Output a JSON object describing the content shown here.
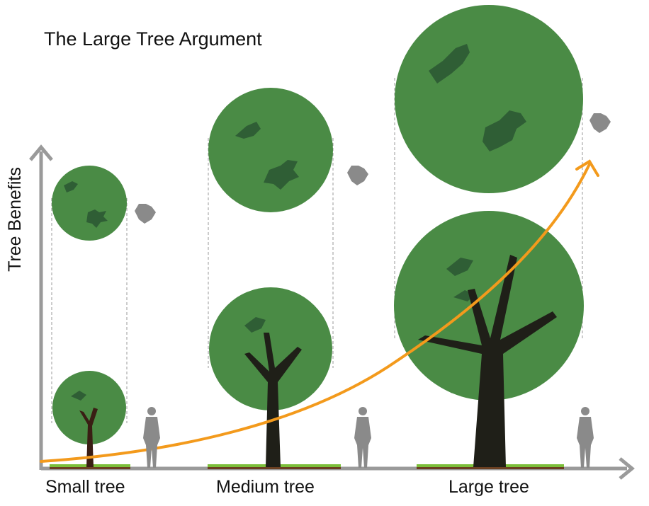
{
  "diagram": {
    "title": "The Large Tree Argument",
    "y_axis_label": "Tree Benefits",
    "categories": [
      {
        "label": "Small tree"
      },
      {
        "label": "Medium tree"
      },
      {
        "label": "Large tree"
      }
    ]
  },
  "colors": {
    "canopy": "#4a8b45",
    "canopy_shadow": "#2f5e35",
    "canopy_top": "#3f7f42",
    "trunk_small": "#3a1e14",
    "trunk": "#1f1f18",
    "grass": "#7bbf3a",
    "soil": "#6b4022",
    "axis": "#9a9a9a",
    "curve": "#f39a1c",
    "person": "#8a8a8a",
    "dashed": "#9a9a9a"
  },
  "icons": {
    "person": "person-silhouette-icon",
    "person_top": "person-top-view-icon"
  }
}
